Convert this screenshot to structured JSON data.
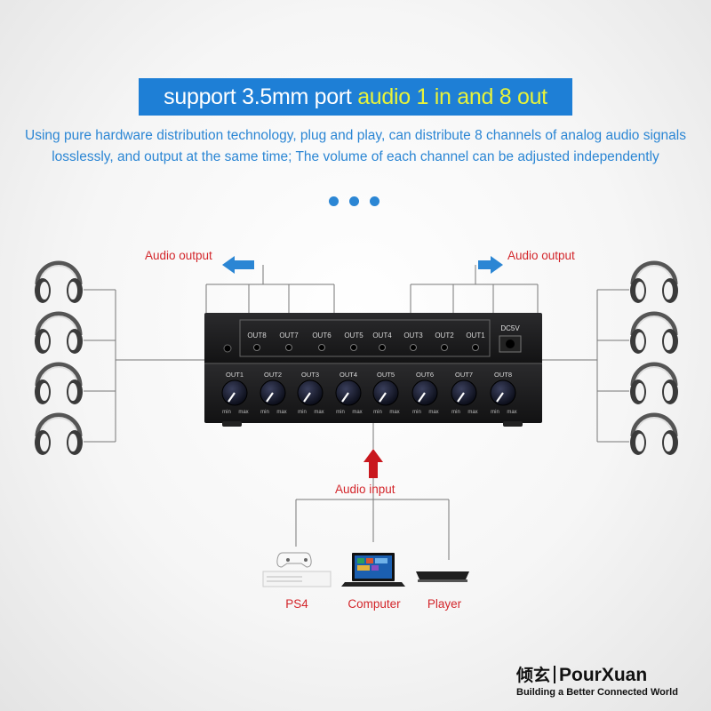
{
  "banner": {
    "part1": "support ",
    "part2": "3.5mm port ",
    "part3": "audio 1 in and 8 out"
  },
  "description": "Using pure hardware distribution technology, plug and play, can distribute 8 channels of analog audio signals losslessly, and output at the same time; The volume of each channel can be adjusted independently",
  "labels": {
    "audio_output_left": "Audio output",
    "audio_output_right": "Audio output",
    "audio_input": "Audio input"
  },
  "device": {
    "back_ports": [
      "OUT8",
      "OUT7",
      "OUT6",
      "OUT5",
      "OUT4",
      "OUT3",
      "OUT2",
      "OUT1"
    ],
    "power_label": "DC5V",
    "front_knobs": [
      "OUT1",
      "OUT2",
      "OUT3",
      "OUT4",
      "OUT5",
      "OUT6",
      "OUT7",
      "OUT8"
    ],
    "knob_min": "min",
    "knob_max": "max"
  },
  "sources": [
    "PS4",
    "Computer",
    "Player"
  ],
  "brand": {
    "chinese": "倾玄",
    "name": "PourXuan",
    "tagline": "Building a Better Connected World"
  },
  "colors": {
    "banner_bg": "#1e7fd6",
    "banner_highlight": "#e7f23a",
    "desc_text": "#2b86d4",
    "label_red": "#d3262b",
    "arrow_blue": "#2b86d4",
    "arrow_red": "#c9181e"
  }
}
